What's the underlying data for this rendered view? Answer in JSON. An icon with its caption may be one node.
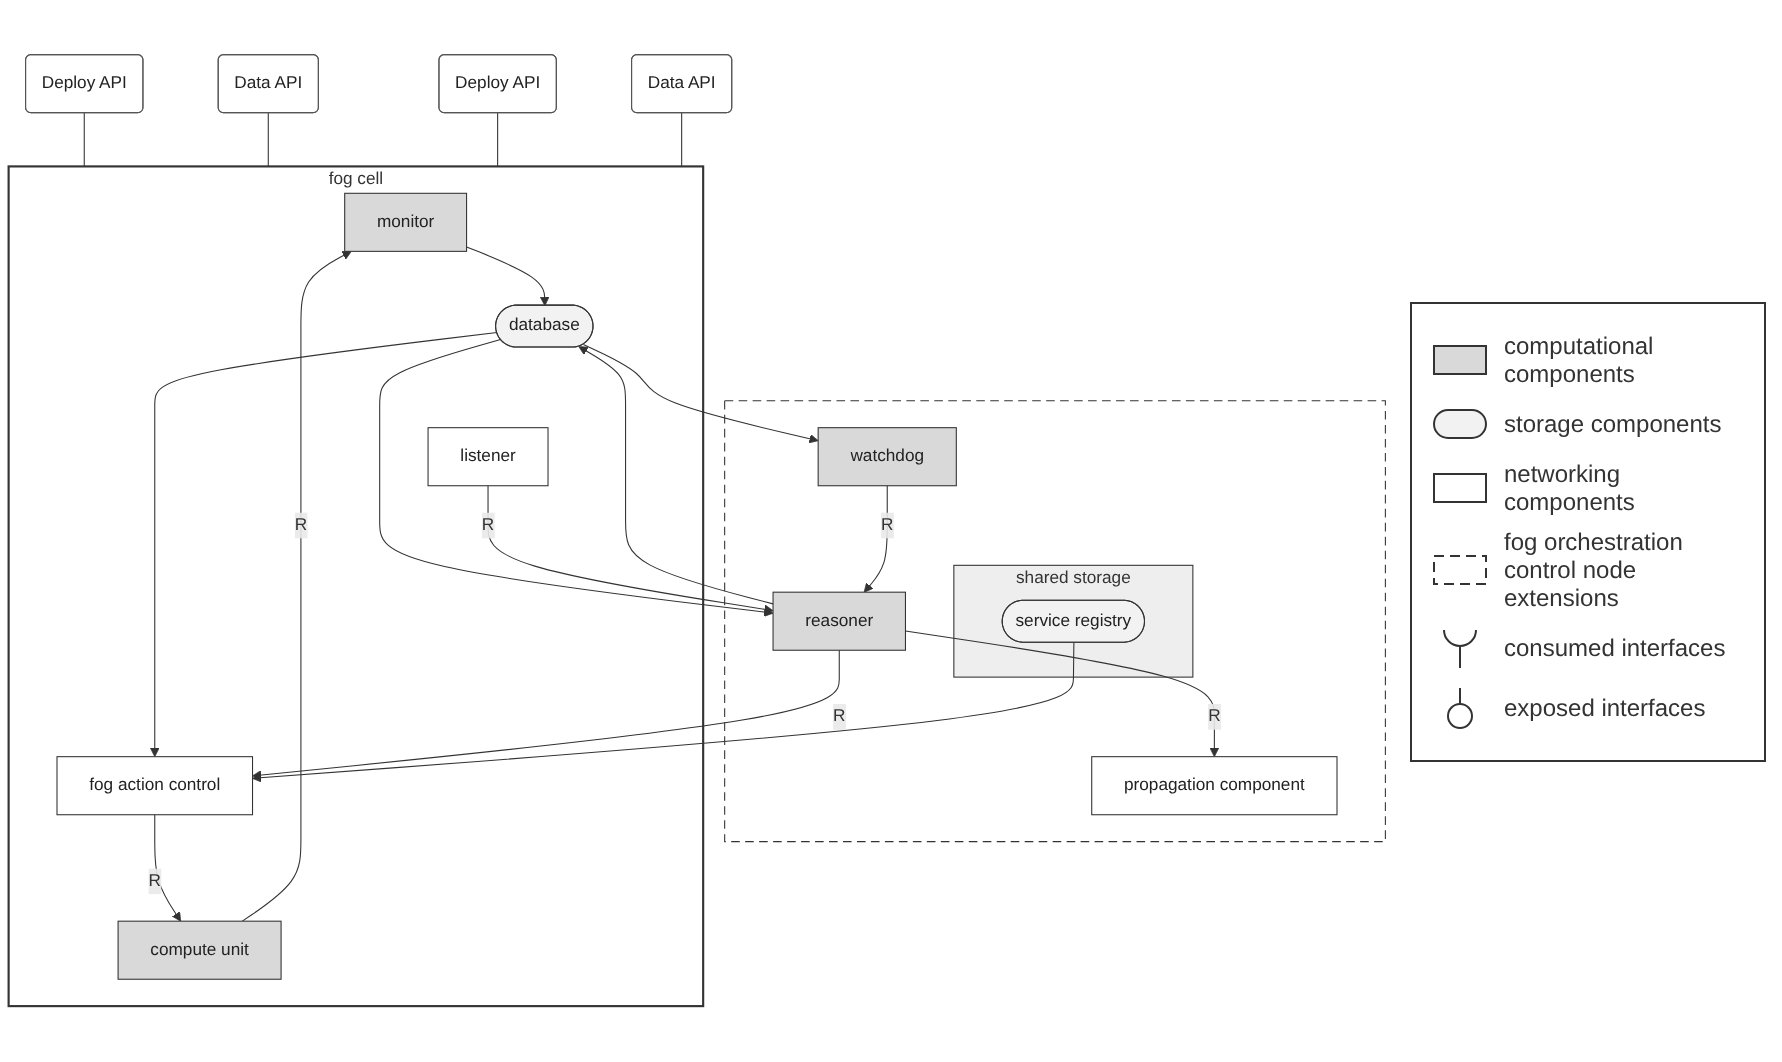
{
  "diagram": {
    "nodes": [
      {
        "text": [],
        "shape": "box"
      },
      {
        "text": [
          "fog cell"
        ]
      },
      {
        "text": [
          "shared storage"
        ],
        "in": 0
      },
      {
        "text": [
          "service registry"
        ],
        "in": 2
      },
      {
        "text": [
          "watchdog"
        ],
        "in": 0
      },
      {
        "text": [
          "reasoner"
        ],
        "in": 0
      },
      {
        "text": [
          "propagation component"
        ],
        "in": 0
      },
      {
        "text": [
          "monitor"
        ],
        "in": 1
      },
      {
        "text": [
          "database"
        ],
        "in": 1
      },
      {
        "text": [
          "compute unit"
        ],
        "in": 1
      },
      {
        "text": [
          "listener"
        ],
        "in": 1
      },
      {
        "text": [
          "fog action control"
        ],
        "in": 1
      },
      {
        "text": [
          "Deploy API"
        ]
      },
      {
        "text": [
          "Data API"
        ]
      },
      {
        "text": [
          "Deploy API"
        ]
      },
      {
        "text": [
          "Data API"
        ]
      }
    ],
    "edges": [
      {
        "from": 12,
        "to": 1,
        "arrow": "none"
      },
      {
        "from": 13,
        "to": 1,
        "arrow": "none"
      },
      {
        "from": 8,
        "to": 4,
        "arrow": "to"
      },
      {
        "from": 7,
        "to": 8,
        "arrow": "to"
      },
      {
        "from": 4,
        "to": 5,
        "arrow": "to",
        "label": "R"
      },
      {
        "from": 5,
        "to": 8,
        "arrow": "to"
      },
      {
        "from": 8,
        "to": 5,
        "arrow": "to"
      },
      {
        "from": 9,
        "to": 7,
        "arrow": "to",
        "label": "R"
      },
      {
        "from": 5,
        "to": 11,
        "arrow": "to",
        "label": "R"
      },
      {
        "from": 8,
        "to": 11,
        "arrow": "to"
      },
      {
        "from": 5,
        "to": 6,
        "arrow": "to",
        "label": "R"
      },
      {
        "from": 10,
        "to": 5,
        "arrow": "to",
        "label": "R"
      },
      {
        "from": 11,
        "to": 9,
        "arrow": "to",
        "label": "R"
      },
      {
        "from": 3,
        "to": 11,
        "arrow": "to"
      },
      {
        "from": 1,
        "to": 14,
        "arrow": "none"
      },
      {
        "from": 1,
        "to": 15,
        "arrow": "none"
      }
    ],
    "legend": [
      {
        "text": "computational components",
        "color": "#d9d9d9"
      },
      {
        "text": "storage components"
      },
      {
        "text": "networking components"
      },
      {
        "text": "fog orchestration control node extensions"
      },
      {
        "text": "consumed interfaces"
      },
      {
        "text": "exposed interfaces"
      }
    ]
  }
}
